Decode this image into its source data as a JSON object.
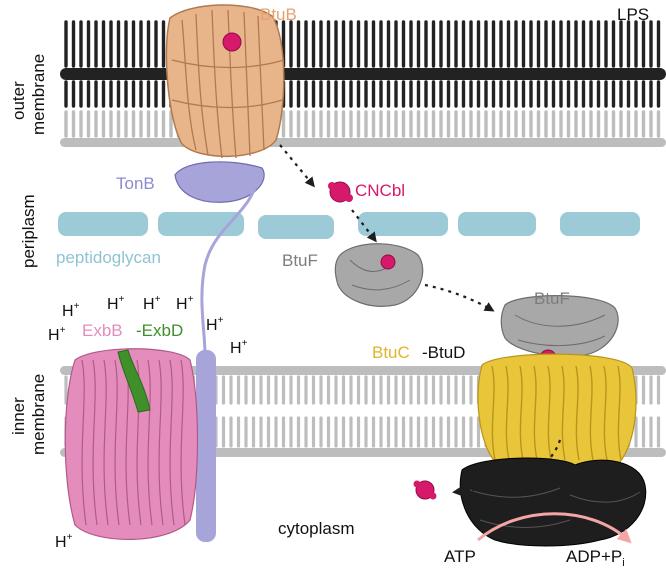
{
  "labels": {
    "outer_membrane_line1": "outer",
    "outer_membrane_line2": "membrane",
    "periplasm": "periplasm",
    "inner_membrane_line1": "inner",
    "inner_membrane_line2": "membrane",
    "lps": "LPS",
    "peptidoglycan": "peptidoglycan",
    "cytoplasm": "cytoplasm",
    "btub": "BtuB",
    "tonb": "TonB",
    "cncbl": "CNCbl",
    "btuf_periplasm": "BtuF",
    "btuf_bound": "BtuF",
    "btuc": "BtuC",
    "btud": "-BtuD",
    "exbb": "ExbB",
    "exbd": "-ExbD",
    "atp": "ATP",
    "adp": "ADP+P",
    "adp_sub": "i",
    "proton": "H",
    "proton_sup": "+"
  },
  "colors": {
    "btub": "#e8b48a",
    "tonb": "#a7a4da",
    "cncbl": "#d6196b",
    "btuf": "#8f8f8f",
    "btuc": "#e9c53a",
    "btud": "#1e1e1e",
    "exbb": "#e48dbd",
    "exbd": "#3f8f2a",
    "peptidoglycan": "#9ccad6",
    "lps": "#222222",
    "lipid": "#bdbdbd",
    "atp_arrow": "#f4a6a6"
  }
}
